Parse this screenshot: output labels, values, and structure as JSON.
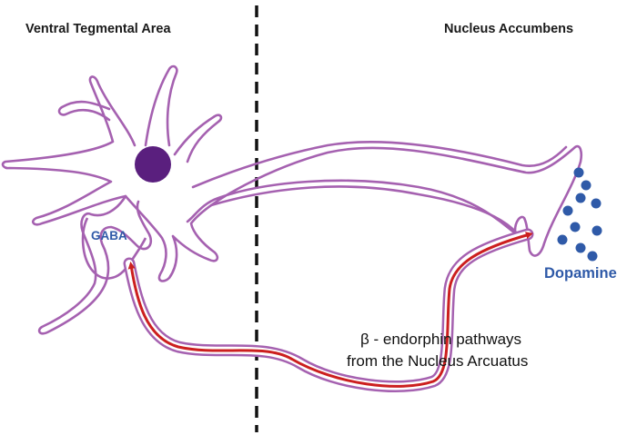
{
  "labels": {
    "left_region": "Ventral Tegmental Area",
    "right_region": "Nucleus Accumbens",
    "gaba": "GABA",
    "dopamine": "Dopamine",
    "pathway_line1": "β - endorphin pathways",
    "pathway_line2": "from the Nucleus Arcuatus"
  },
  "colors": {
    "neuron_outline": "#a561b0",
    "nucleus": "#5a1f7e",
    "dopamine": "#2f5aa8",
    "pathway_arrow": "#cc1f1f",
    "divider": "#111111"
  }
}
